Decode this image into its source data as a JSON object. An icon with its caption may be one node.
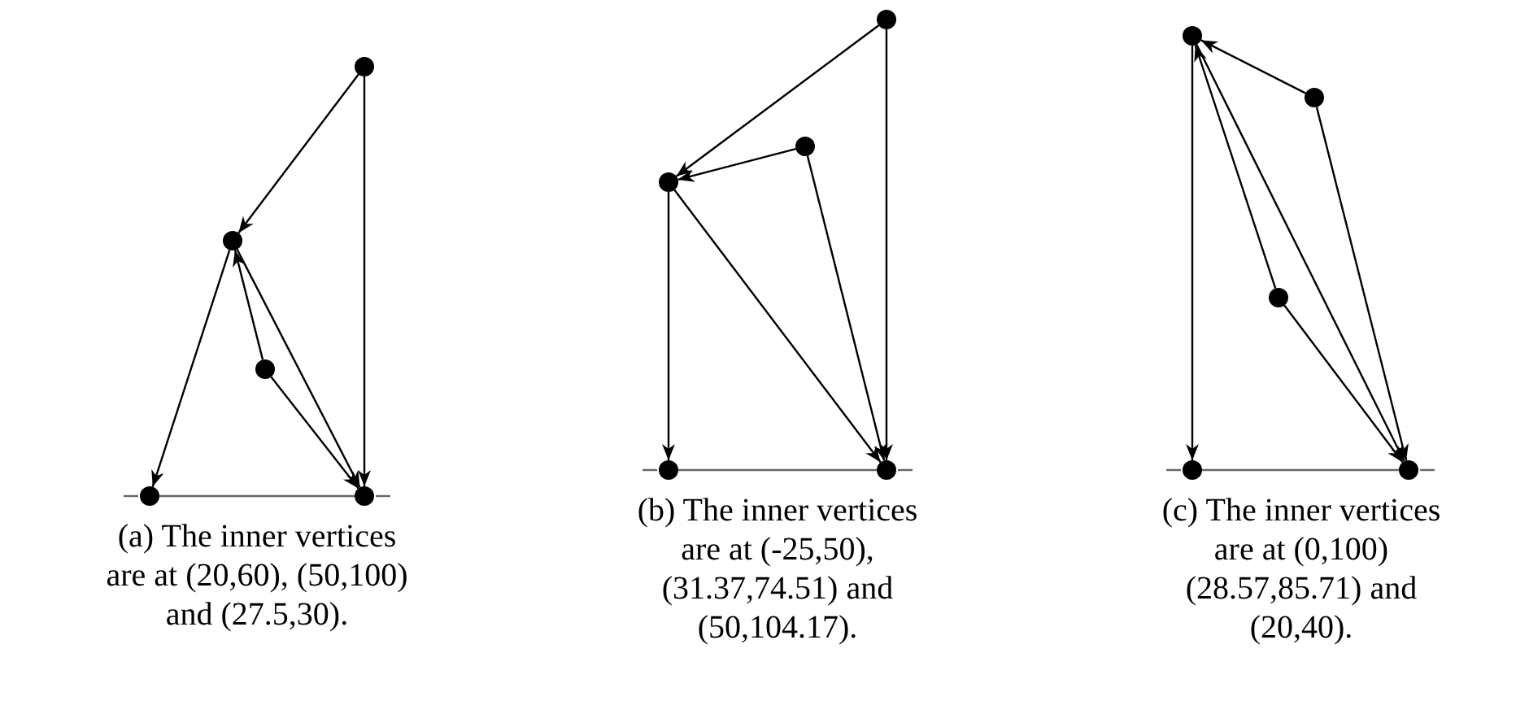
{
  "diagram": {
    "nodes": [
      {
        "text": [],
        "shape": "circle"
      },
      {
        "text": [],
        "shape": "circle"
      },
      {
        "text": [],
        "shape": "circle"
      },
      {
        "text": [],
        "shape": "circle"
      },
      {
        "text": [],
        "shape": "circle"
      },
      {
        "text": [],
        "shape": "circle"
      },
      {
        "text": [],
        "shape": "circle"
      },
      {
        "text": [],
        "shape": "circle"
      },
      {
        "text": [],
        "shape": "circle"
      },
      {
        "text": [],
        "shape": "circle"
      },
      {
        "text": [],
        "shape": "circle"
      },
      {
        "text": [],
        "shape": "circle"
      },
      {
        "text": [],
        "shape": "circle"
      },
      {
        "text": [],
        "shape": "circle"
      },
      {
        "text": [],
        "shape": "circle"
      }
    ],
    "edges": [
      {
        "from": 0,
        "to": 1,
        "arrow": "to"
      },
      {
        "from": 0,
        "to": 4,
        "arrow": "to"
      },
      {
        "from": 1,
        "to": 3,
        "arrow": "to"
      },
      {
        "from": 2,
        "to": 1,
        "arrow": "to"
      },
      {
        "from": 1,
        "to": 4,
        "arrow": "to"
      },
      {
        "from": 2,
        "to": 4,
        "arrow": "to"
      },
      {
        "from": 3,
        "to": 4,
        "arrow": "none",
        "color": "#666666"
      },
      {
        "from": 5,
        "to": 7,
        "arrow": "to"
      },
      {
        "from": 5,
        "to": 9,
        "arrow": "to"
      },
      {
        "from": 6,
        "to": 7,
        "arrow": "to"
      },
      {
        "from": 6,
        "to": 9,
        "arrow": "to"
      },
      {
        "from": 7,
        "to": 8,
        "arrow": "to"
      },
      {
        "from": 7,
        "to": 9,
        "arrow": "to"
      },
      {
        "from": 8,
        "to": 9,
        "arrow": "none",
        "color": "#666666"
      },
      {
        "from": 11,
        "to": 10,
        "arrow": "to"
      },
      {
        "from": 11,
        "to": 14,
        "arrow": "to"
      },
      {
        "from": 12,
        "to": 10,
        "arrow": "to"
      },
      {
        "from": 12,
        "to": 14,
        "arrow": "to"
      },
      {
        "from": 10,
        "to": 13,
        "arrow": "to"
      },
      {
        "from": 10,
        "to": 14,
        "arrow": "to"
      },
      {
        "from": 13,
        "to": 14,
        "arrow": "none",
        "color": "#666666"
      }
    ],
    "labels": [
      "(a) The inner vertices are at (20,60), (50,100) and (27.5,30).",
      "(b) The inner vertices are at (-25,50), (31.37,74.51) and (50,104.17).",
      "(c) The inner vertices are at (0,100) (28.57,85.71) and (20,40)."
    ]
  }
}
